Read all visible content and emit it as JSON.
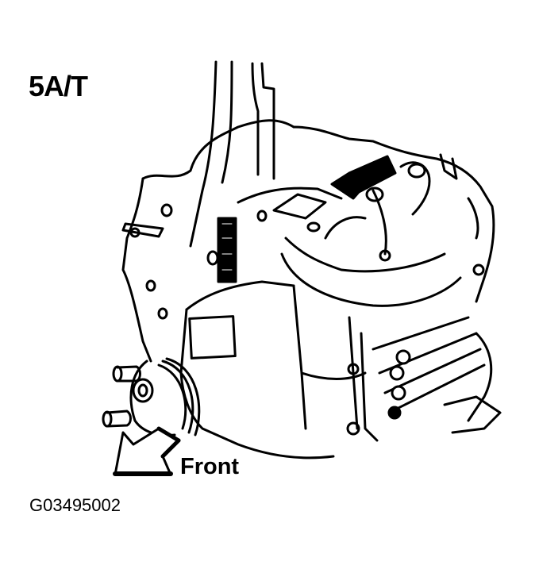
{
  "figure": {
    "title": "5A/T",
    "direction_label": "Front",
    "figure_id": "G03495002"
  },
  "illustration": {
    "subject": "transmission-assembly",
    "callouts": [
      {
        "type": "pointer-arrow",
        "target": "component-on-top-of-transmission"
      },
      {
        "type": "direction-arrow",
        "label_ref": "figure.direction_label"
      }
    ]
  },
  "colors": {
    "line": "#000000",
    "background": "#ffffff"
  }
}
